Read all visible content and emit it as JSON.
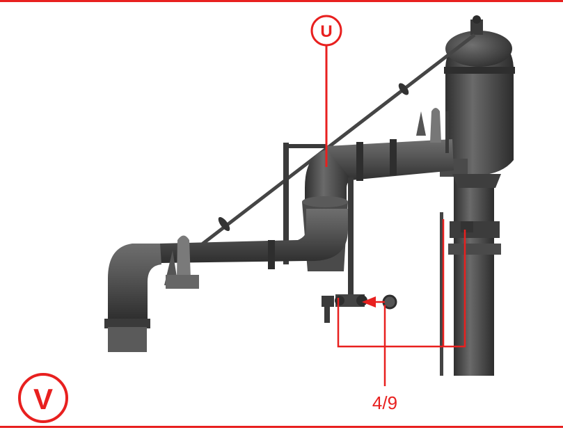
{
  "figure": {
    "callout_top_letter": "U",
    "callout_bottom_letter": "V",
    "part_reference": "4/9"
  },
  "colors": {
    "accent": "#e8201f",
    "metal_dark": "#3a3a3a",
    "metal_mid": "#555555",
    "metal_light": "#7a7a7a",
    "background": "#ffffff"
  },
  "icons": {
    "subject": "water-crane-photo",
    "pointer": "red-arrowhead"
  }
}
